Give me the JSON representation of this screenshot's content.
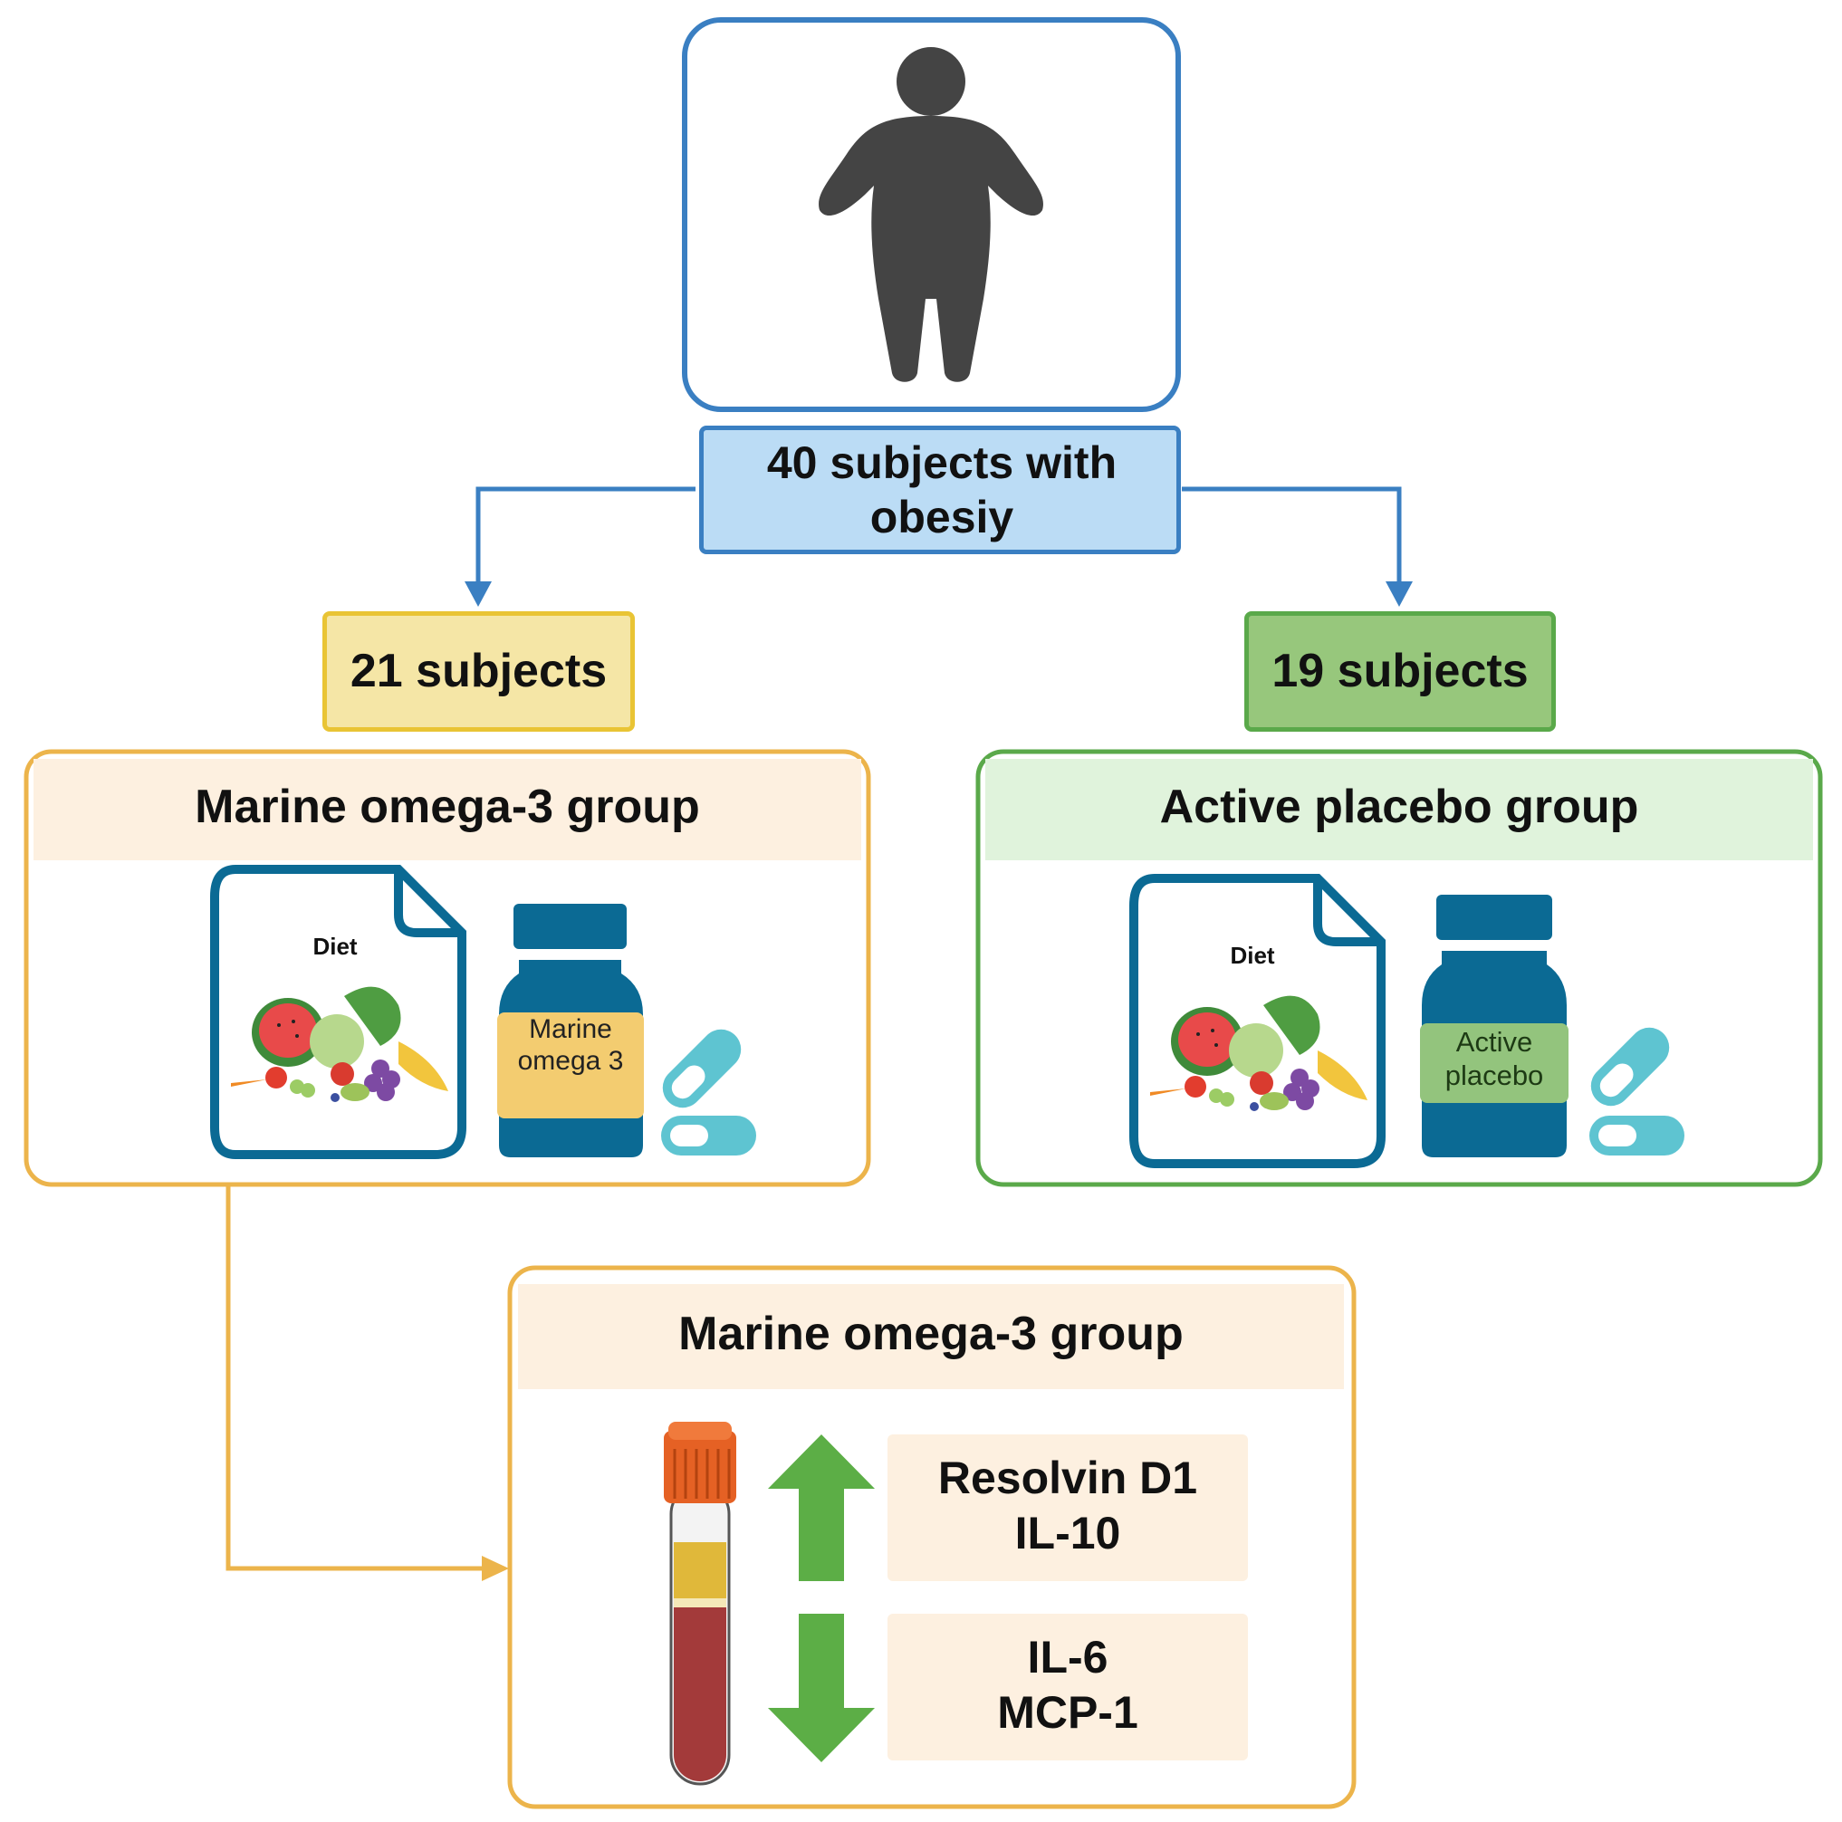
{
  "population": {
    "label": "40 subjects with obesiy"
  },
  "arms": {
    "left": {
      "count": "21 subjects",
      "group": "Marine omega-3 group",
      "diet": "Diet",
      "bottle": "Marine omega 3"
    },
    "right": {
      "count": "19 subjects",
      "group": "Active placebo group",
      "diet": "Diet",
      "bottle": "Active placebo"
    }
  },
  "outcome": {
    "group": "Marine omega-3 group",
    "up_markers": [
      "Resolvin D1",
      "IL-10"
    ],
    "down_markers": [
      "IL-6",
      "MCP-1"
    ]
  },
  "colors": {
    "blue": "#3a7fc2",
    "blue_fill": "#bbdcf5",
    "yellow": "#e9c434",
    "yellow_fill": "#f5e6a6",
    "green": "#5aa94a",
    "green_fill": "#97c77c",
    "orange": "#ecb44b",
    "orange_fill": "#fdf0e0",
    "placebo_fill": "#e0f3dc",
    "arrow_green": "#5cae46",
    "bottle": "#0b6a94",
    "capsule": "#5ec4d1"
  }
}
